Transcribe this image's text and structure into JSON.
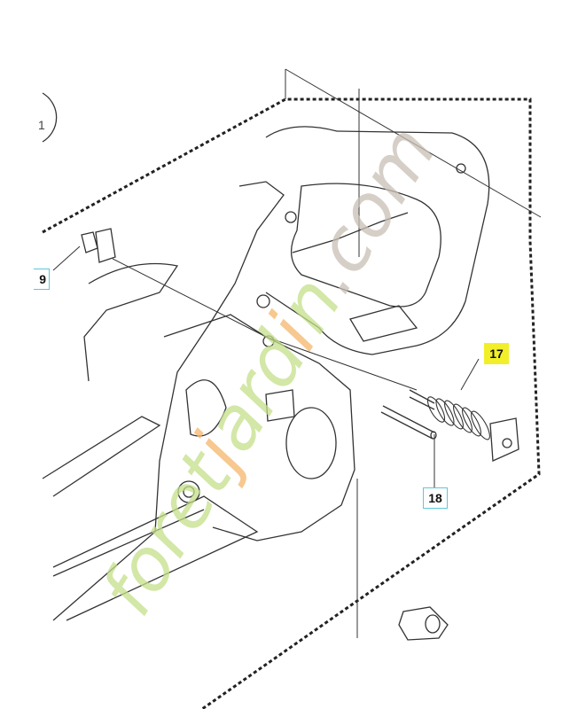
{
  "diagram": {
    "callouts": [
      {
        "id": "callout-17",
        "label": "17",
        "highlight": "#f2ef2a"
      },
      {
        "id": "callout-18",
        "label": "18"
      },
      {
        "id": "callout-9",
        "label": "9"
      },
      {
        "id": "callout-1",
        "label": "1"
      }
    ],
    "watermark": "foretjardin.com",
    "colors": {
      "line": "#333333",
      "highlight": "#f2ef2a",
      "callout_border": "#5ec8d8",
      "watermark_green": "#c5e08a",
      "watermark_orange": "#f5b66a",
      "watermark_gray": "#c9c0b5"
    }
  }
}
